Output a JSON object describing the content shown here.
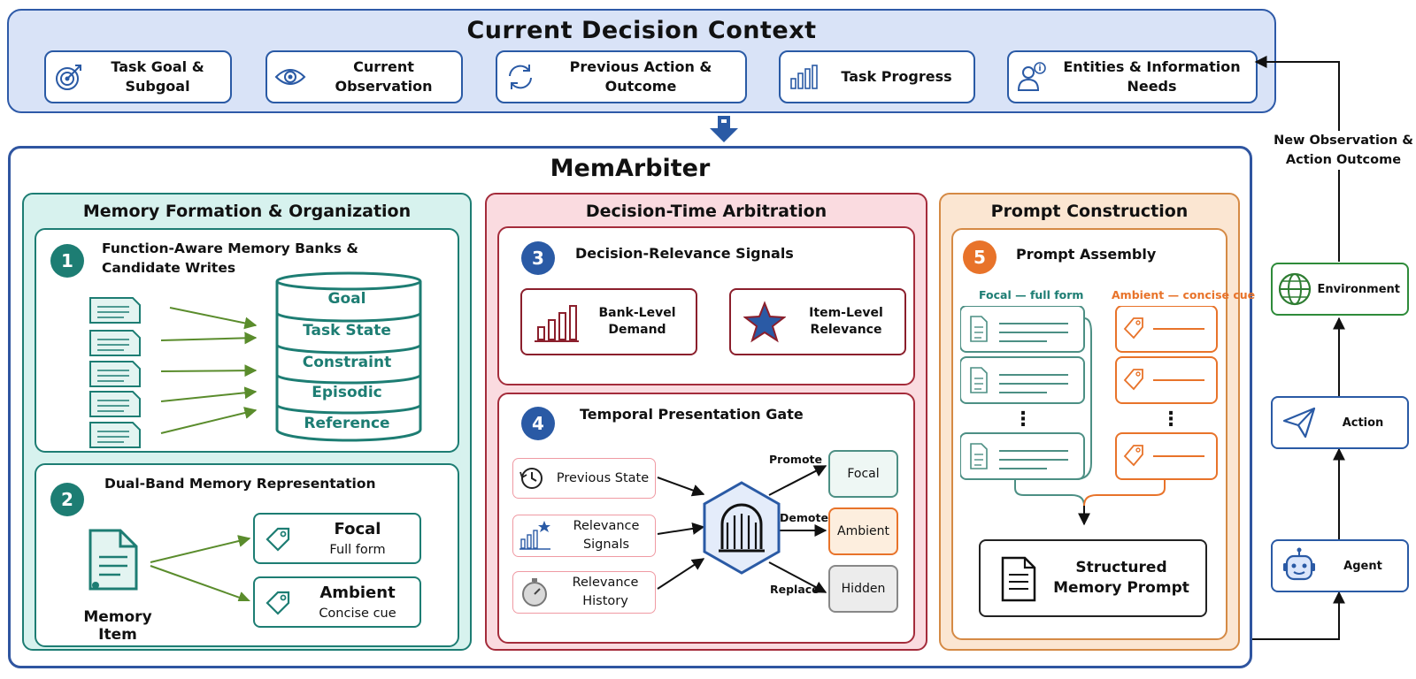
{
  "context": {
    "title": "Current Decision Context",
    "chips": [
      {
        "label": "Task Goal & Subgoal",
        "icon": "target-icon"
      },
      {
        "label": "Current Observation",
        "icon": "eye-icon"
      },
      {
        "label": "Previous Action & Outcome",
        "icon": "cycle-arrows-icon"
      },
      {
        "label": "Task Progress",
        "icon": "bar-chart-icon"
      },
      {
        "label": "Entities & Information Needs",
        "icon": "person-info-icon"
      }
    ]
  },
  "main": {
    "title": "MemArbiter",
    "formation": {
      "title": "Memory Formation & Organization",
      "banks": {
        "number": "1",
        "title": "Function-Aware Memory Banks & Candidate Writes",
        "banks": [
          "Goal",
          "Task State",
          "Constraint",
          "Episodic",
          "Reference"
        ]
      },
      "dual": {
        "number": "2",
        "title": "Dual-Band Memory Representation",
        "item_label": "Memory Item",
        "focal_title": "Focal",
        "focal_sub": "Full form",
        "ambient_title": "Ambient",
        "ambient_sub": "Concise cue"
      }
    },
    "arbitration": {
      "title": "Decision-Time Arbitration",
      "signals": {
        "number": "3",
        "title": "Decision-Relevance Signals",
        "bank_level": "Bank-Level Demand",
        "item_level": "Item-Level Relevance"
      },
      "gate": {
        "number": "4",
        "title": "Temporal Presentation Gate",
        "inputs": [
          "Previous State",
          "Relevance Signals",
          "Relevance History"
        ],
        "actions": [
          "Promote",
          "Demote",
          "Replace"
        ],
        "outputs": [
          "Focal",
          "Ambient",
          "Hidden"
        ]
      }
    },
    "prompt": {
      "title": "Prompt Construction",
      "assembly": {
        "number": "5",
        "title": "Prompt Assembly",
        "focal_lane": "Focal — full form",
        "ambient_lane": "Ambient — concise cue",
        "ellipsis": "⋮",
        "output": "Structured Memory Prompt"
      }
    }
  },
  "loop": {
    "feedback_label": "New Observation & Action Outcome",
    "environment": "Environment",
    "action": "Action",
    "agent": "Agent"
  },
  "colors": {
    "navy": "#2f55a0",
    "teal": "#1d7d73",
    "crimson": "#8b1f2c",
    "orange": "#e8732a",
    "green_arrow": "#5a8c2c"
  }
}
